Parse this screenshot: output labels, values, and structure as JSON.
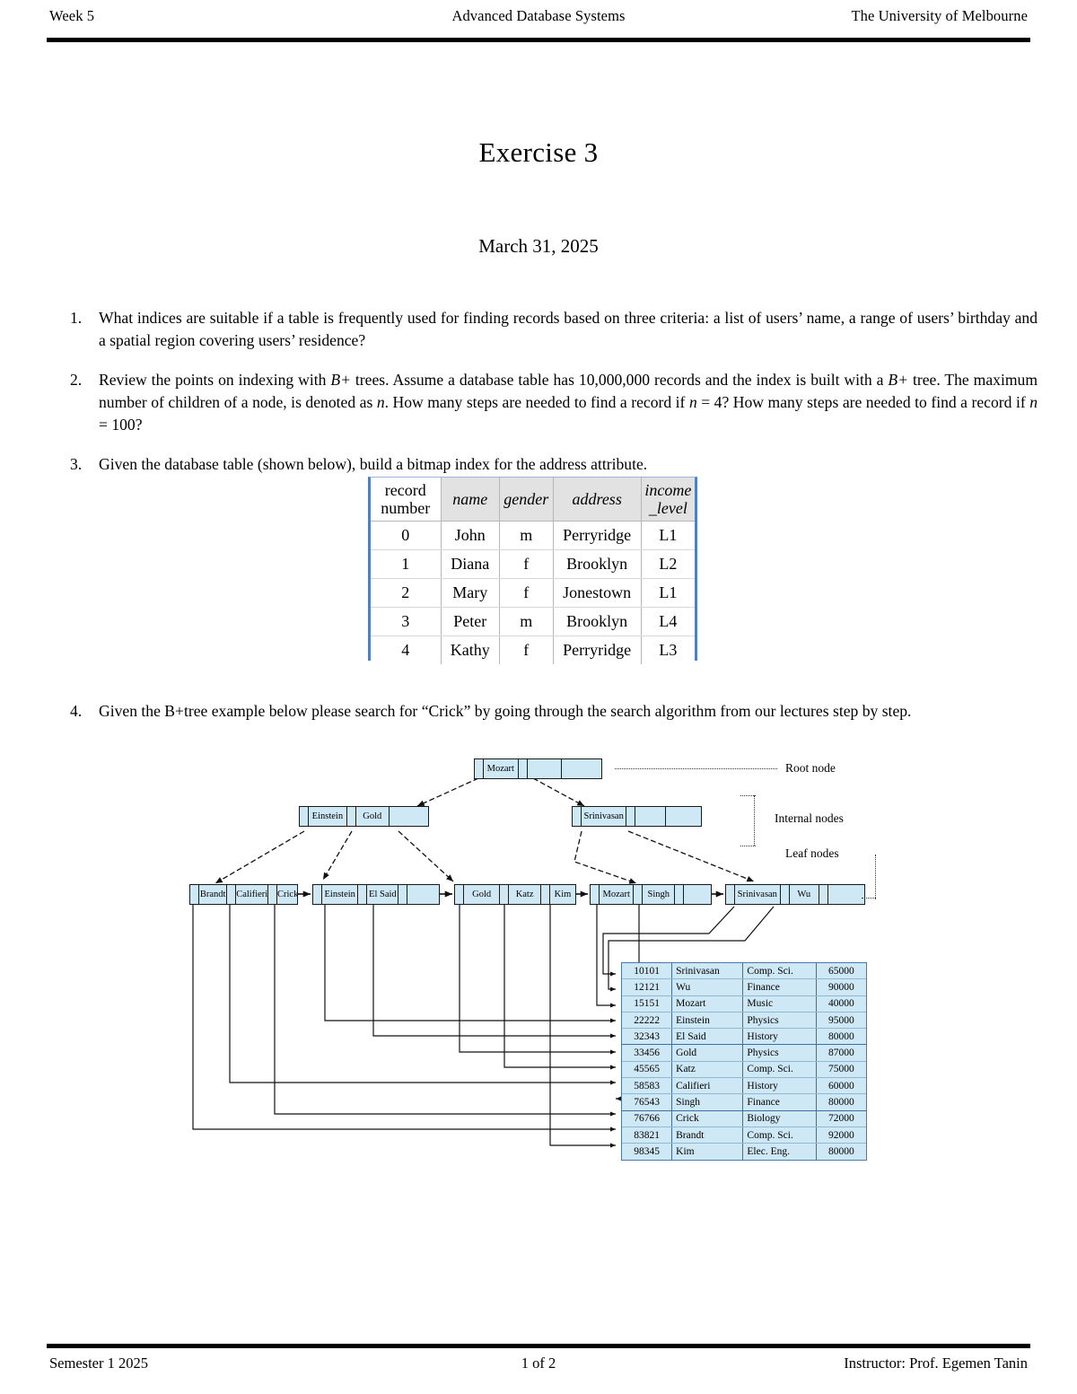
{
  "header": {
    "left": "Week 5",
    "center": "Advanced Database Systems",
    "right": "The University of Melbourne"
  },
  "title": "Exercise 3",
  "date": "March 31, 2025",
  "questions": [
    {
      "number": "1.",
      "text": "What indices are suitable if a table is frequently used for finding records based on three criteria: a list of users’ name, a range of users’ birthday and a spatial region covering users’ residence?"
    },
    {
      "number": "2.",
      "text_a": "Review the points on indexing with ",
      "math_a": "B+",
      "text_b": " trees. Assume a database table has 10,000,000 records and the index is built with a ",
      "math_b": "B+",
      "text_c": " tree. The maximum number of children of a node, is denoted as ",
      "math_c": "n",
      "text_d": ". How many steps are needed to find a record if ",
      "math_d": "n",
      "text_e": " = 4? How many steps are needed to find a record if ",
      "math_e": "n",
      "text_f": " = 100?"
    },
    {
      "number": "3.",
      "text": "Given the database table (shown below), build a bitmap index for the address attribute."
    },
    {
      "number": "4.",
      "text": "Given the B+tree example below please search for “Crick” by going through the search algorithm from our lectures step by step."
    }
  ],
  "relation_table": {
    "headers": [
      "record number",
      "name",
      "gender",
      "address",
      "income _level"
    ],
    "header_lines": {
      "record_number": [
        "record",
        "number"
      ],
      "income_level": [
        "income",
        "_level"
      ]
    },
    "rows": [
      [
        "0",
        "John",
        "m",
        "Perryridge",
        "L1"
      ],
      [
        "1",
        "Diana",
        "f",
        "Brooklyn",
        "L2"
      ],
      [
        "2",
        "Mary",
        "f",
        "Jonestown",
        "L1"
      ],
      [
        "3",
        "Peter",
        "m",
        "Brooklyn",
        "L4"
      ],
      [
        "4",
        "Kathy",
        "f",
        "Perryridge",
        "L3"
      ]
    ]
  },
  "btree": {
    "labels": {
      "root": "Root node",
      "internal": "Internal nodes",
      "leaf": "Leaf nodes"
    },
    "root_node": {
      "keys": [
        "Mozart",
        "",
        ""
      ]
    },
    "internal_nodes": [
      {
        "keys": [
          "Einstein",
          "Gold",
          ""
        ]
      },
      {
        "keys": [
          "Srinivasan",
          "",
          ""
        ]
      }
    ],
    "leaf_nodes": [
      {
        "keys": [
          "Brandt",
          "Califieri",
          "Crick"
        ]
      },
      {
        "keys": [
          "Einstein",
          "El Said",
          ""
        ]
      },
      {
        "keys": [
          "Gold",
          "Katz",
          "Kim"
        ]
      },
      {
        "keys": [
          "Mozart",
          "Singh",
          ""
        ]
      },
      {
        "keys": [
          "Srinivasan",
          "Wu",
          ""
        ]
      }
    ]
  },
  "record_file": {
    "rows": [
      {
        "id": "10101",
        "name": "Srinivasan",
        "dept": "Comp. Sci.",
        "salary": "65000"
      },
      {
        "id": "12121",
        "name": "Wu",
        "dept": "Finance",
        "salary": "90000"
      },
      {
        "id": "15151",
        "name": "Mozart",
        "dept": "Music",
        "salary": "40000"
      },
      {
        "id": "22222",
        "name": "Einstein",
        "dept": "Physics",
        "salary": "95000"
      },
      {
        "id": "32343",
        "name": "El Said",
        "dept": "History",
        "salary": "80000"
      },
      {
        "id": "33456",
        "name": "Gold",
        "dept": "Physics",
        "salary": "87000"
      },
      {
        "id": "45565",
        "name": "Katz",
        "dept": "Comp. Sci.",
        "salary": "75000"
      },
      {
        "id": "58583",
        "name": "Califieri",
        "dept": "History",
        "salary": "60000"
      },
      {
        "id": "76543",
        "name": "Singh",
        "dept": "Finance",
        "salary": "80000"
      },
      {
        "id": "76766",
        "name": "Crick",
        "dept": "Biology",
        "salary": "72000"
      },
      {
        "id": "83821",
        "name": "Brandt",
        "dept": "Comp. Sci.",
        "salary": "92000"
      },
      {
        "id": "98345",
        "name": "Kim",
        "dept": "Elec. Eng.",
        "salary": "80000"
      }
    ]
  },
  "footer": {
    "left": "Semester 1 2025",
    "center": "1 of 2",
    "right": "Instructor: Prof. Egemen Tanin"
  },
  "colors": {
    "node_fill": "#cfe8f5",
    "table_border": "#4f81bd",
    "header_fill": "#e2e2e2"
  }
}
